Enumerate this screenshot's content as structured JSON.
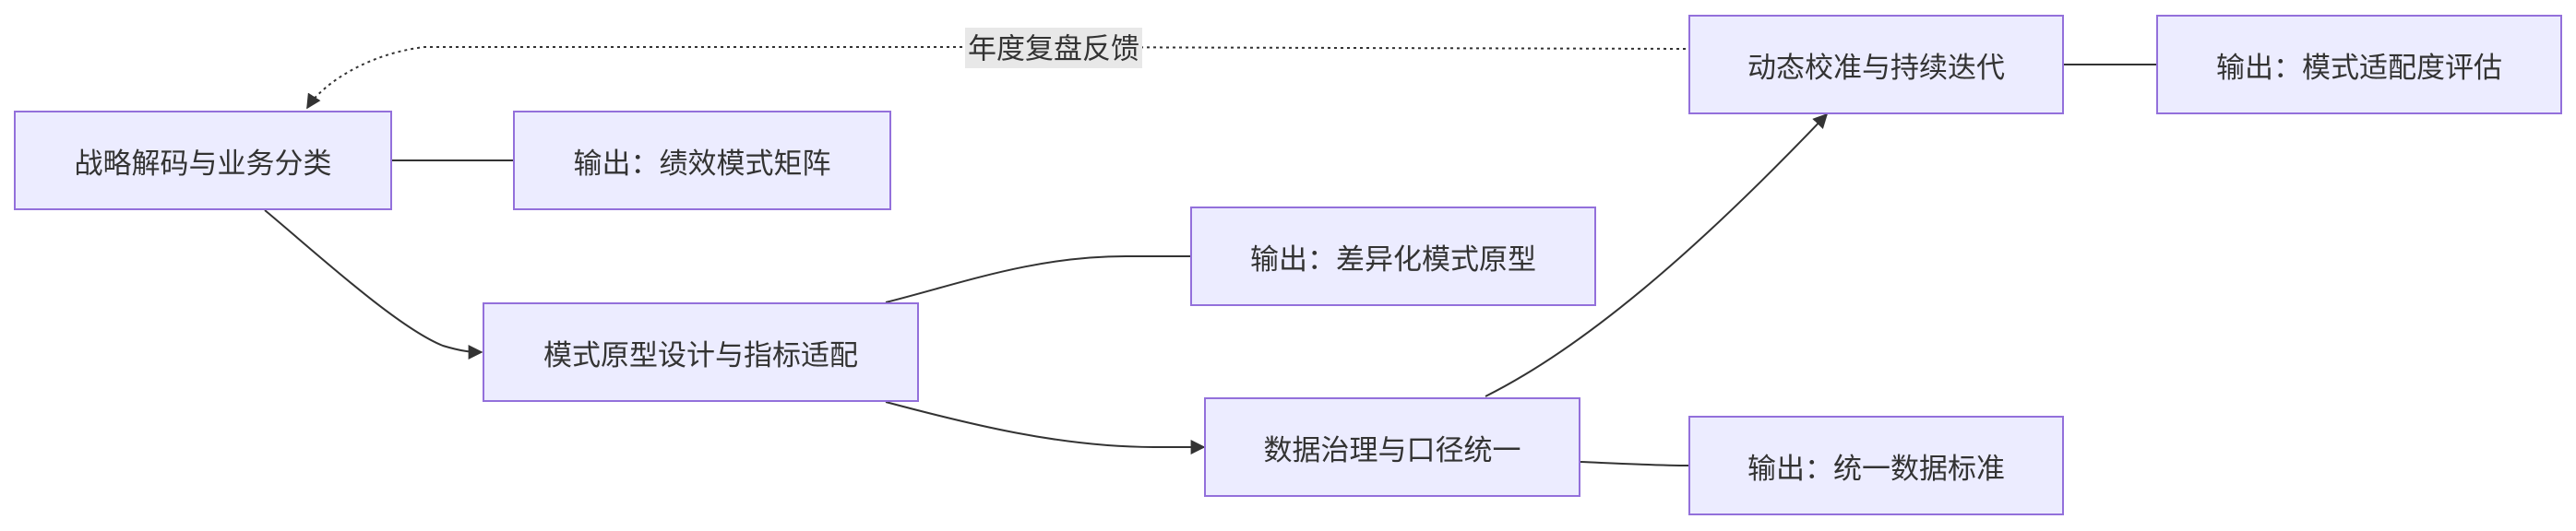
{
  "colors": {
    "node_fill": "#ECECFF",
    "node_border": "#9370DB",
    "edge": "#333333",
    "text": "#333333",
    "label_bg": "#e8e8e8"
  },
  "nodes": {
    "strategy_decode": "战略解码与业务分类",
    "output_matrix": "输出：绩效模式矩阵",
    "prototype_design": "模式原型设计与指标适配",
    "output_prototype": "输出：差异化模式原型",
    "data_governance": "数据治理与口径统一",
    "output_standard": "输出：统一数据标准",
    "dynamic_calibration": "动态校准与持续迭代",
    "output_evaluation": "输出：模式适配度评估"
  },
  "edges": {
    "feedback_label": "年度复盘反馈"
  }
}
